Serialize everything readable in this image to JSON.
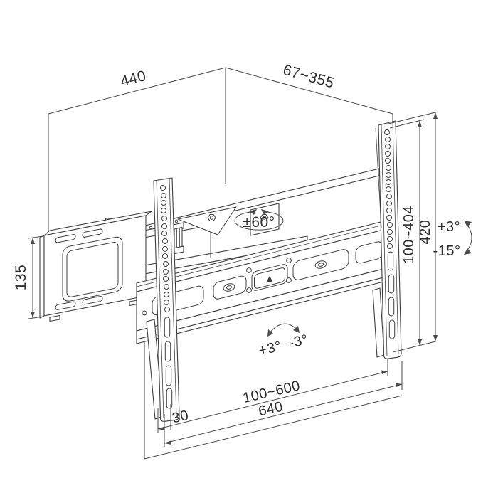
{
  "drawing": {
    "title": "TV wall mount technical dimension drawing",
    "linear_dimensions": {
      "top_width": "440",
      "arm_extension": "67~355",
      "wall_plate_height": "135",
      "vesa_height_range": "100~404",
      "rail_height": "420",
      "rail_edge_offset": "30",
      "vesa_width_range": "100~600",
      "rail_width": "640"
    },
    "angle_annotations": {
      "swivel": "±60°",
      "tilt_up": "+3°",
      "tilt_down": "-15°",
      "level_adjust_plus": "+3°",
      "level_adjust_minus": "-3°"
    },
    "colors": {
      "line": "#3f3f3f",
      "background": "#ffffff"
    }
  }
}
